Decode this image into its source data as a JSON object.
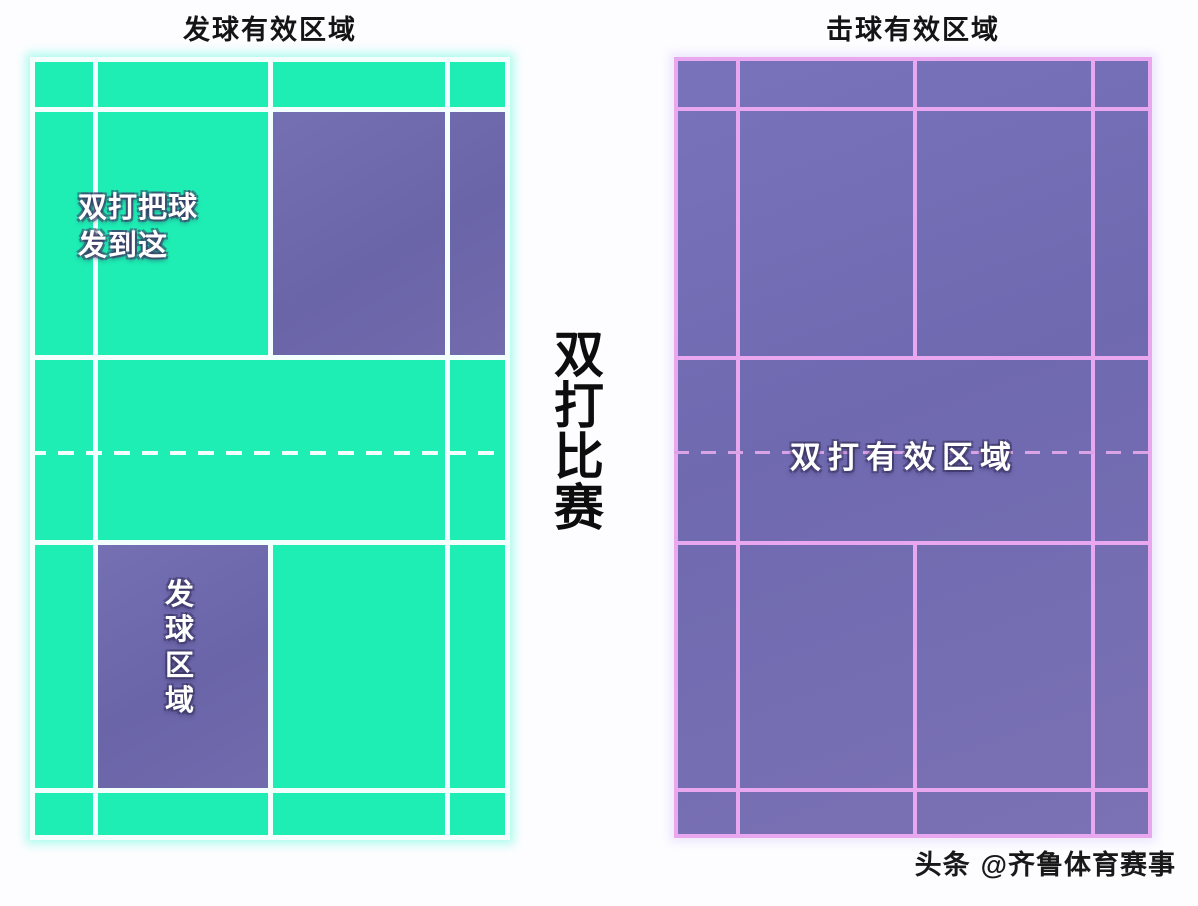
{
  "diagrams": {
    "left": {
      "title": "发球有效区域",
      "court_fill_color": "#1eeeb4",
      "line_color": "#f2fffc",
      "zone_fill_color": "#6a64a8",
      "zones": [
        {
          "name": "serve-target-zone",
          "label_lines": [
            "双打把球",
            "发到这"
          ]
        },
        {
          "name": "serve-zone",
          "label_chars": [
            "发",
            "球",
            "区",
            "域"
          ]
        }
      ]
    },
    "right": {
      "title": "击球有效区域",
      "court_fill_color": "#6f69b0",
      "line_color": "#e8a7ef",
      "zones": [
        {
          "name": "doubles-valid-area",
          "label": "双打有效区域"
        }
      ]
    }
  },
  "center_caption": {
    "text": "双打比赛",
    "chars": [
      "双",
      "打",
      "比",
      "赛"
    ]
  },
  "watermark": {
    "prefix": "头条",
    "handle": "@齐鲁体育赛事"
  }
}
